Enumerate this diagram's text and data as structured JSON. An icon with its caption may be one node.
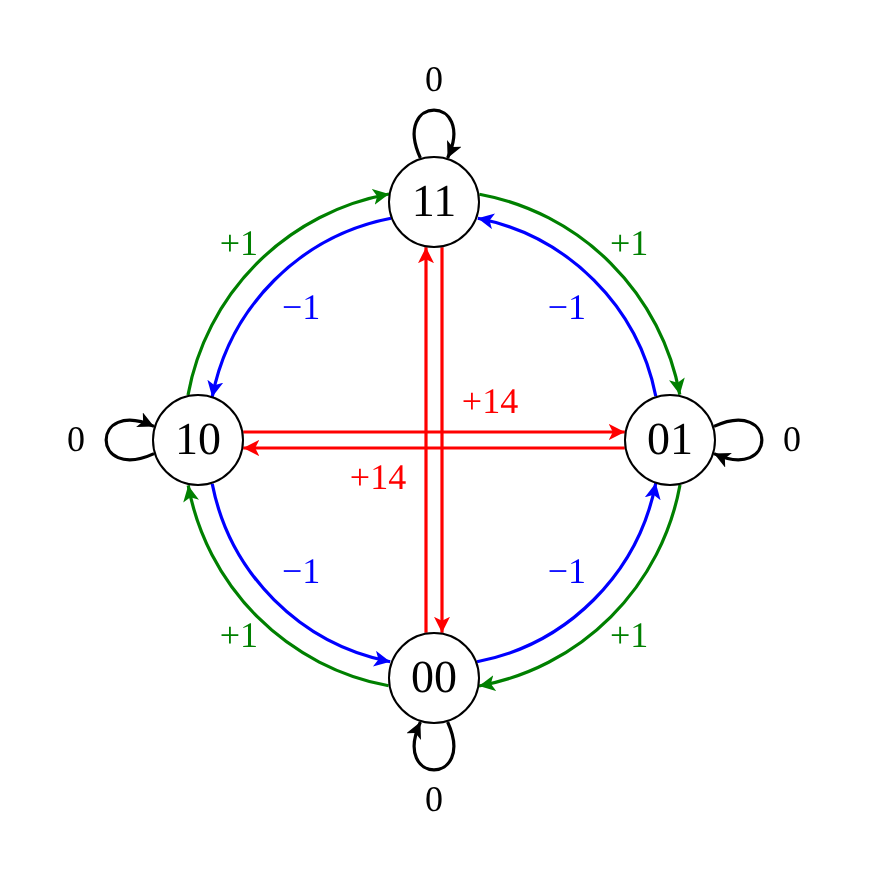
{
  "diagram": {
    "nodes": [
      {
        "text": [
          "11"
        ]
      },
      {
        "text": [
          "10"
        ]
      },
      {
        "text": [
          "01"
        ]
      },
      {
        "text": [
          "00"
        ]
      }
    ],
    "edges": [
      {
        "from": 1,
        "to": 0,
        "arrow": "to",
        "label": "+1",
        "color": "#008000"
      },
      {
        "from": 0,
        "to": 2,
        "arrow": "to",
        "label": "+1",
        "color": "#008000"
      },
      {
        "from": 2,
        "to": 3,
        "arrow": "to",
        "label": "+1",
        "color": "#008000"
      },
      {
        "from": 3,
        "to": 1,
        "arrow": "to",
        "label": "+1",
        "color": "#008000"
      },
      {
        "from": 0,
        "to": 1,
        "arrow": "to",
        "label": "−1",
        "color": "#0000ff"
      },
      {
        "from": 2,
        "to": 0,
        "arrow": "to",
        "label": "−1",
        "color": "#0000ff"
      },
      {
        "from": 1,
        "to": 3,
        "arrow": "to",
        "label": "−1",
        "color": "#0000ff"
      },
      {
        "from": 3,
        "to": 2,
        "arrow": "to",
        "label": "−1",
        "color": "#0000ff"
      },
      {
        "from": 1,
        "to": 2,
        "arrow": "to",
        "label": "+14",
        "color": "#ff0000"
      },
      {
        "from": 2,
        "to": 1,
        "arrow": "to",
        "label": "+14",
        "color": "#ff0000"
      },
      {
        "from": 3,
        "to": 0,
        "arrow": "to",
        "color": "#ff0000"
      },
      {
        "from": 0,
        "to": 3,
        "arrow": "to",
        "color": "#ff0000"
      },
      {
        "from": 0,
        "to": 0,
        "arrow": "to",
        "label": "0",
        "color": "#000000"
      },
      {
        "from": 1,
        "to": 1,
        "arrow": "to",
        "label": "0",
        "color": "#000000"
      },
      {
        "from": 2,
        "to": 2,
        "arrow": "to",
        "label": "0",
        "color": "#000000"
      },
      {
        "from": 3,
        "to": 3,
        "arrow": "to",
        "label": "0",
        "color": "#000000"
      }
    ]
  }
}
